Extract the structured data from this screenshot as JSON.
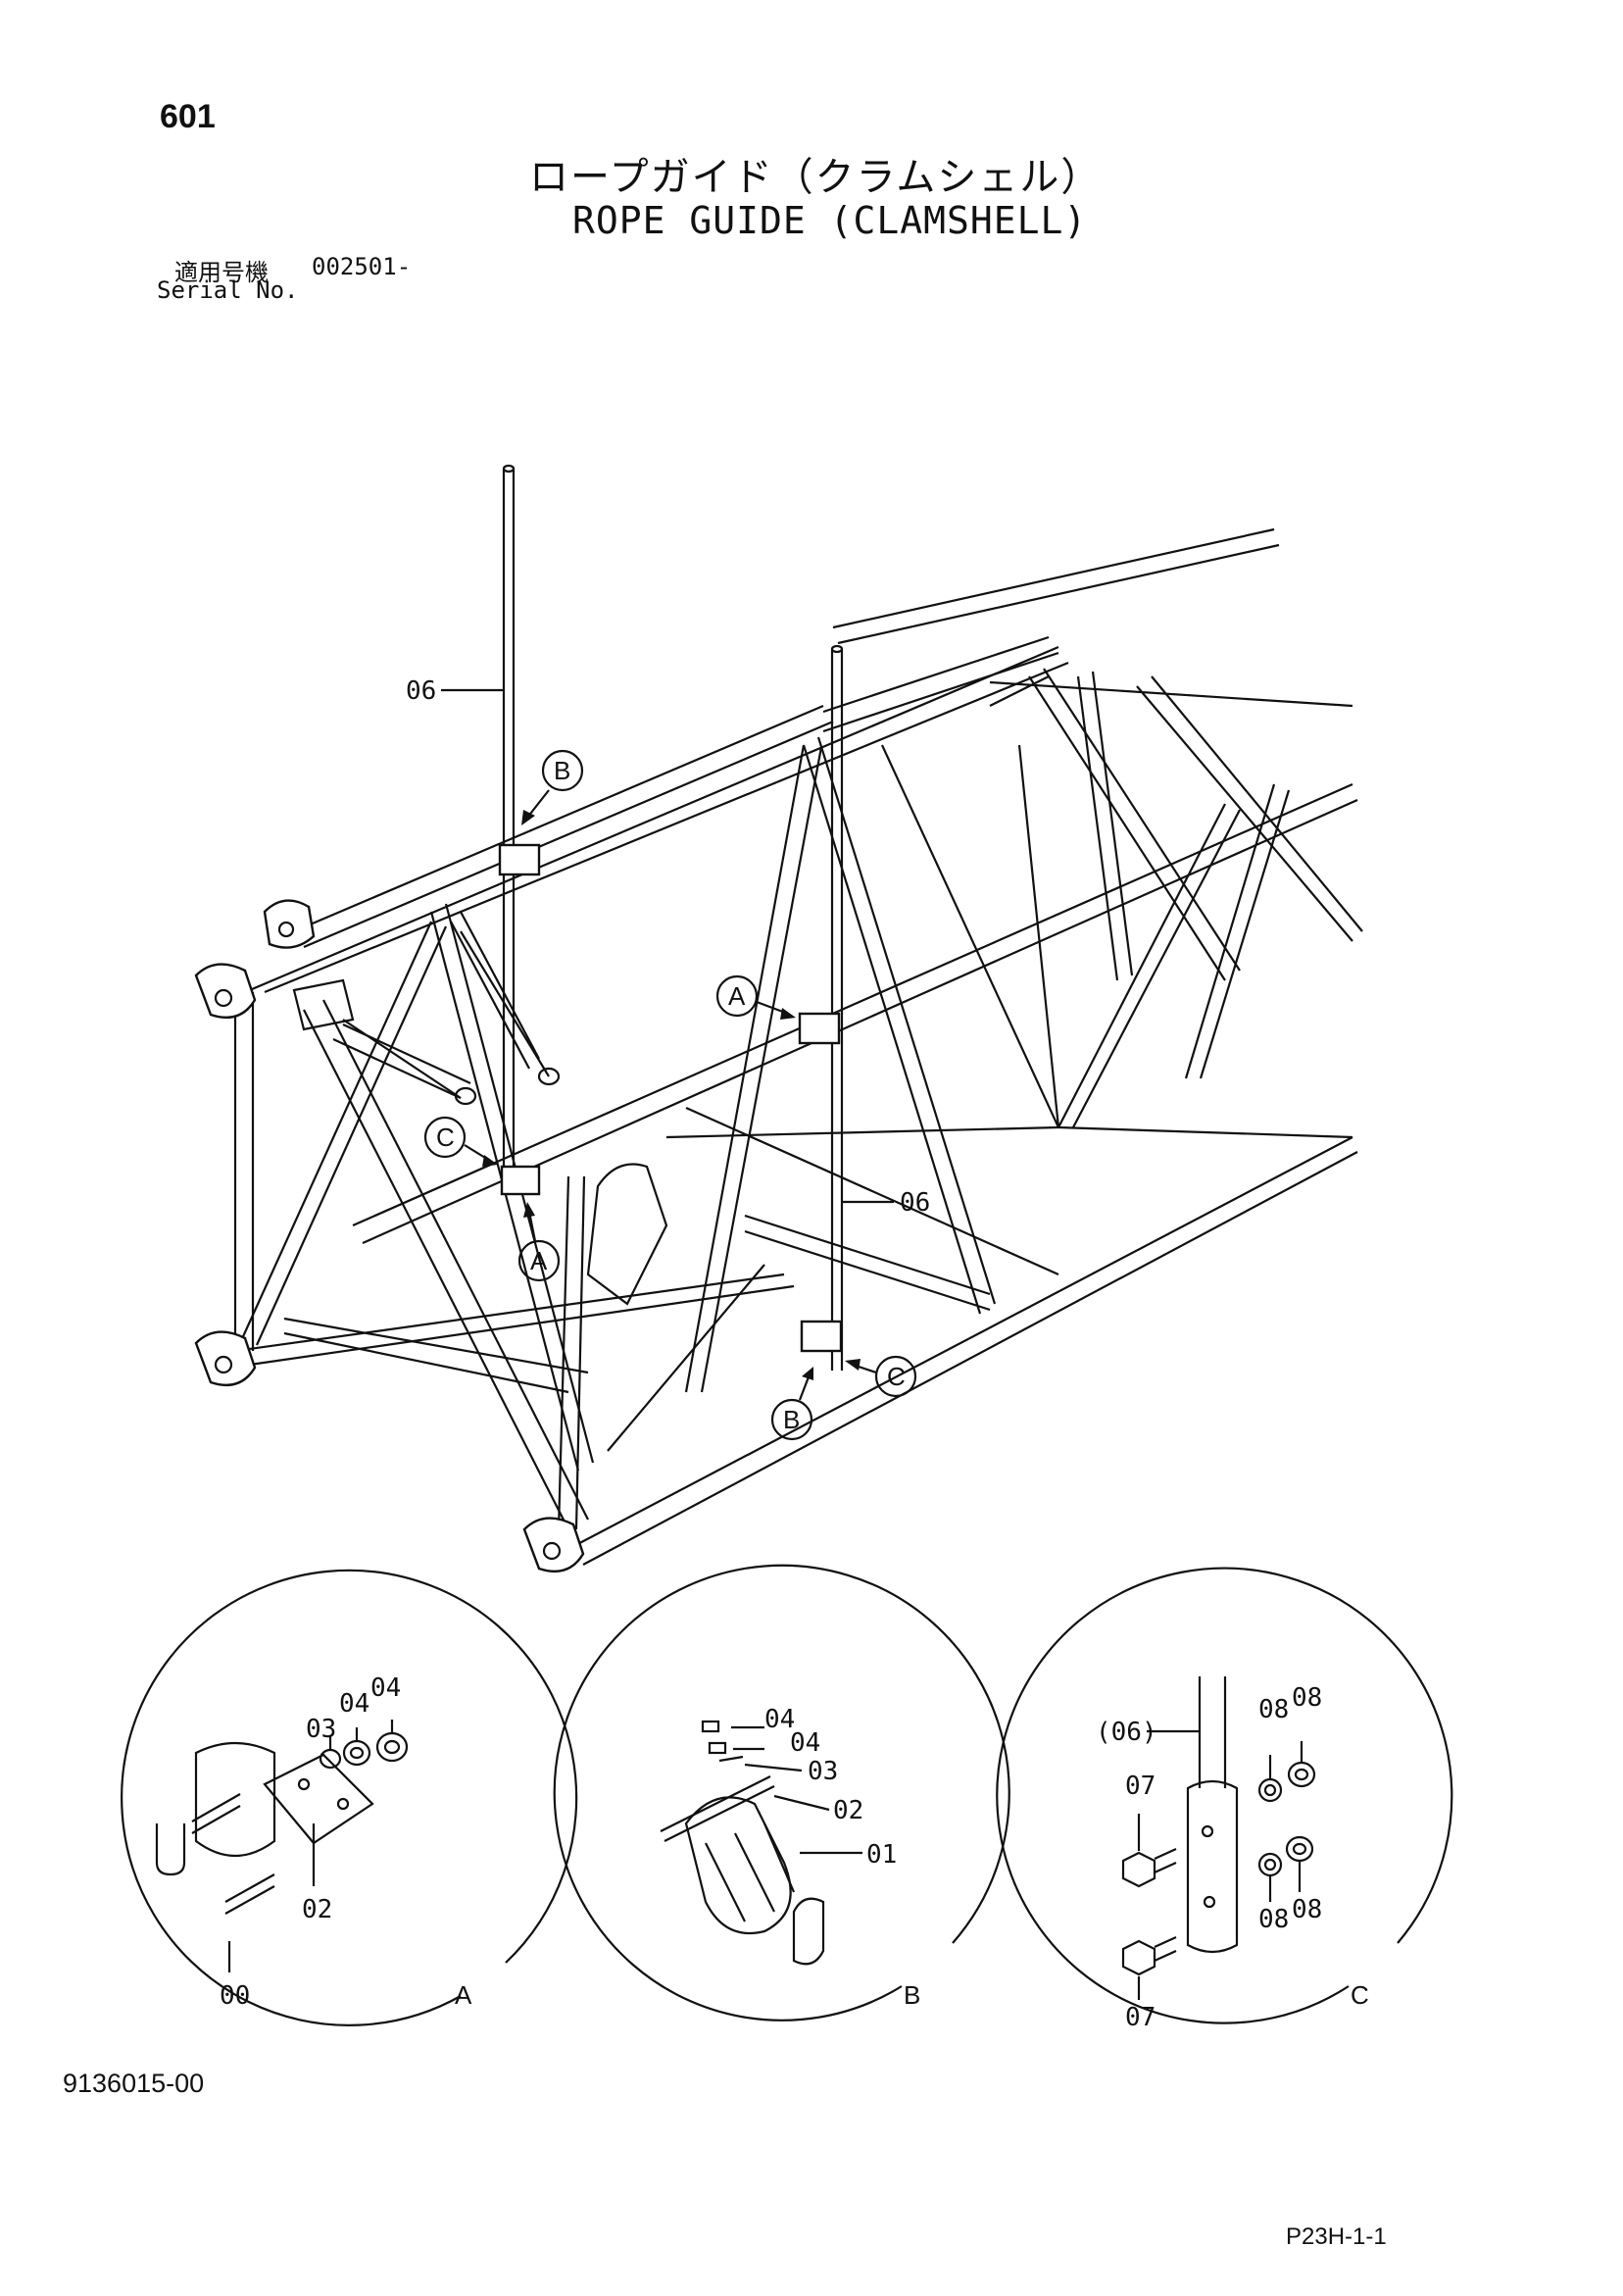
{
  "page_number": "601",
  "title_jp": "ロープガイド（クラムシェル）",
  "title_en": "ROPE GUIDE (CLAMSHELL)",
  "serial": {
    "label_jp": "適用号機",
    "value": "002501-",
    "label_en": "Serial No."
  },
  "main_view": {
    "part_labels": [
      "06",
      "06"
    ],
    "detail_callouts": [
      "B",
      "A",
      "C",
      "A",
      "C",
      "B"
    ]
  },
  "detail_a": {
    "letter": "A",
    "labels": [
      "03",
      "04",
      "04",
      "02",
      "00"
    ]
  },
  "detail_b": {
    "letter": "B",
    "labels": [
      "04",
      "04",
      "03",
      "02",
      "01"
    ]
  },
  "detail_c": {
    "letter": "C",
    "labels": [
      "(06)",
      "08",
      "08",
      "07",
      "08",
      "08",
      "07"
    ]
  },
  "doc_number": "9136015-00",
  "page_code": "P23H-1-1"
}
